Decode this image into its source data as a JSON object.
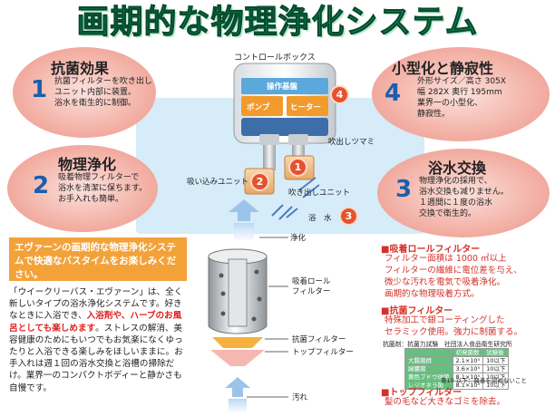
{
  "title": "画期的な物理浄化システム",
  "sections": {
    "s1": {
      "num": "1",
      "heading": "抗菌効果",
      "text": [
        "抗菌フィルターを吹き出し",
        "ユニット内部に装置。",
        "浴水を衛生的に制御。"
      ]
    },
    "s2": {
      "num": "2",
      "heading": "物理浄化",
      "text": [
        "吸着物理フィルターで",
        "浴水を清潔に保ちます。",
        "お手入れも簡単。"
      ]
    },
    "s3": {
      "num": "3",
      "heading": "浴水交換",
      "text": [
        "物理浄化の採用で、",
        "浴水交換も减りません。",
        "１週間に１度の浴水",
        "交換で衛生的。"
      ]
    },
    "s4": {
      "num": "4",
      "heading": "小型化と静寂性",
      "text": [
        "外形サイズ／高さ 305X",
        "幅 282X 奥行 195mm",
        "業界一の小型化、",
        "静寂性。"
      ]
    }
  },
  "diagram": {
    "control_box": "コントロールボックス",
    "board": "操作基盤",
    "pump": "ポンプ",
    "heater": "ヒーター",
    "outlet_knob": "吹出しツマミ",
    "intake_unit": "吸い込みユニット",
    "outlet_unit": "吹き出しユニット",
    "bath_water": "浴　水",
    "purify": "浄化",
    "adsorb_roll_filter": "吸着ロール\nフィルター",
    "antibacterial_filter": "抗菌フィルター",
    "top_filter": "トップフィルター",
    "dirt": "汚れ",
    "markers": [
      "1",
      "2",
      "3",
      "4"
    ]
  },
  "promo": {
    "box_text": "エヴァーンの画期的な物理浄化システムで快適なバスタイムをお楽しみください。",
    "paragraph_parts": [
      "「ウイークリーバス・エヴァーン」は、全く新しいタイプの浴水浄化システムです。好きなときに入浴でき、",
      "入浴剤や、ハーブのお風呂としても楽しめます",
      "。ストレスの解消、美容健康のためにもいつでもお気楽になくゆったりと入浴できる楽しみをほしいままに。お手入れは週１回の浴水交換と浴槽の掃除だけ。業界一のコンパクトボディーと静かさも自慢です。"
    ]
  },
  "filters": {
    "adsorb_heading": "■吸着ロールフィルター",
    "adsorb_text": [
      "フィルター面積は 1000 ㎡以上",
      "フィルターの繊維に電位差を与え、",
      "微少な汚れを電気で吸着浄化。",
      "画期的な物理吸着方式。"
    ],
    "antibac_heading": "■抗菌フィルター",
    "antibac_text": [
      "特殊加工で銀コーティングした",
      "セラミック使用。強力に制菌する。"
    ],
    "test_caption": "抗菌剤：抗菌力試験　社団法人食品衛生研究所",
    "table_headers": [
      "",
      "初発菌数",
      "試験後"
    ],
    "table_rows": [
      [
        "大腸菌群",
        "2.1×10⁵",
        "10以下"
      ],
      [
        "緑膿菌",
        "3.6×10⁵",
        "10以下"
      ],
      [
        "黄色ブドウ球菌",
        "8.1×10⁵",
        "10以下"
      ],
      [
        "レジオネラ菌",
        "8.1×10⁵",
        "10以下"
      ]
    ],
    "table_note": "第10 以下：興善を認めないこと",
    "top_heading": "■トップフィルター",
    "top_text": "髪の毛など大きなゴミを除去。"
  }
}
